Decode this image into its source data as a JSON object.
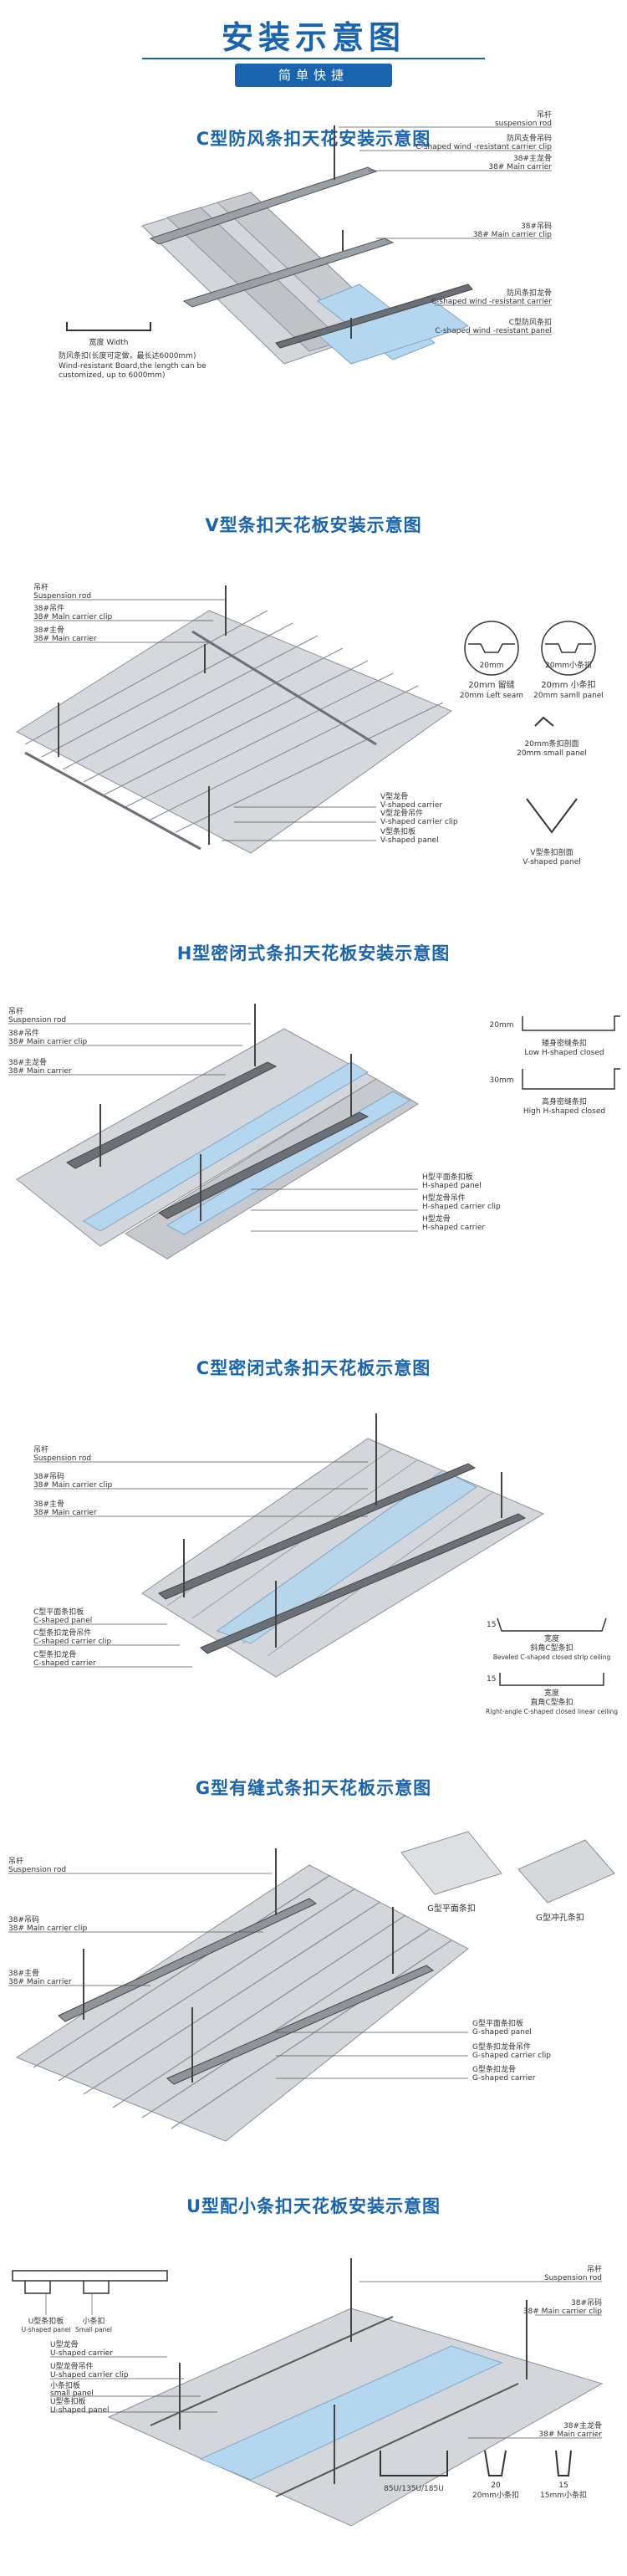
{
  "header": {
    "title": "安装示意图",
    "subtitle": "简单快捷"
  },
  "sections": {
    "s1": {
      "title": "C型防风条扣天花安装示意图",
      "labels": {
        "rod_cn": "吊杆",
        "rod_en": "suspension rod",
        "clip_cn": "防风支骨吊码",
        "clip_en": "C-shaped wind -resistant carrier clip",
        "main_cn": "38#主龙骨",
        "main_en": "38# Main carrier",
        "mclip_cn": "38#吊码",
        "mclip_en": "38# Main carrier clip",
        "carrier_cn": "防风条扣龙骨",
        "carrier_en": "C-shaped wind -resistant carrier",
        "panel_cn": "C型防风条扣",
        "panel_en": "C-shaped wind -resistant panel",
        "width_label": "宽度 Width",
        "note_cn": "防风条扣(长度可定做，最长达6000mm)",
        "note_en1": "Wind-resistant Board,the length can be",
        "note_en2": "customized, up to 6000mm)"
      }
    },
    "s2": {
      "title": "V型条扣天花板安装示意图",
      "labels": {
        "rod_cn": "吊杆",
        "rod_en": "Suspension rod",
        "mclip_cn": "38#吊件",
        "mclip_en": "38# Main carrier clip",
        "main_cn": "38#主骨",
        "main_en": "38# Main carrier",
        "vcar_cn": "V型龙骨",
        "vcar_en": "V-shaped carrier",
        "vclip_cn": "V型龙骨吊件",
        "vclip_en": "V-shaped carrier clip",
        "vpanel_cn": "V型条扣板",
        "vpanel_en": "V-shaped panel",
        "seam_a": "20mm 留缝",
        "seam_a_en": "20mm Left seam",
        "seam_b": "20mm 小条扣",
        "seam_b_en": "20mm samll panel",
        "dim_a": "20mm",
        "dim_b": "20mm小条扣",
        "small_cn": "20mm条扣剖面",
        "small_en": "20mm small panel",
        "vsec_cn": "V型条扣剖面",
        "vsec_en": "V-shaped panel"
      }
    },
    "s3": {
      "title": "H型密闭式条扣天花板安装示意图",
      "labels": {
        "rod_cn": "吊杆",
        "rod_en": "Suspension rod",
        "mclip_cn": "38#吊件",
        "mclip_en": "38# Main carrier clip",
        "main_cn": "38#主龙骨",
        "main_en": "38# Main carrier",
        "hpanel_cn": "H型平面条扣板",
        "hpanel_en": "H-shaped panel",
        "hclip_cn": "H型龙骨吊件",
        "hclip_en": "H-shaped carrier clip",
        "hcar_cn": "H型龙骨",
        "hcar_en": "H-shaped carrier",
        "low_dim": "20mm",
        "low_cn": "矮身密缝条扣",
        "low_en": "Low H-shaped closed",
        "high_dim": "30mm",
        "high_cn": "高身密缝条扣",
        "high_en": "High H-shaped closed"
      }
    },
    "s4": {
      "title": "C型密闭式条扣天花板示意图",
      "labels": {
        "rod_cn": "吊杆",
        "rod_en": "Suspension rod",
        "mclip_cn": "38#吊码",
        "mclip_en": "38# Main carrier clip",
        "main_cn": "38#主骨",
        "main_en": "38# Main carrier",
        "cpanel_cn": "C型平面条扣板",
        "cpanel_en": "C-shaped panel",
        "cclip_cn": "C型条扣龙骨吊件",
        "cclip_en": "C-shaped carrier clip",
        "ccar_cn": "C型条扣龙骨",
        "ccar_en": "C-shaped carrier",
        "bev_dim": "15",
        "bev_top": "宽度",
        "bev_cn": "斜角C型条扣",
        "bev_en": "Beveled C-shaped closed strip ceiling",
        "rt_dim": "15",
        "rt_top": "宽度",
        "rt_cn": "直角C型条扣",
        "rt_en": "Right-angle C-shaped closed linear ceiling"
      }
    },
    "s5": {
      "title": "G型有缝式条扣天花板示意图",
      "labels": {
        "rod_cn": "吊杆",
        "rod_en": "Suspension rod",
        "mclip_cn": "38#吊码",
        "mclip_en": "38# Main carrier clip",
        "main_cn": "38#主骨",
        "main_en": "38# Main carrier",
        "gpanel_cn": "G型平面条扣板",
        "gpanel_en": "G-shaped panel",
        "gclip_cn": "G型条扣龙骨吊件",
        "gclip_en": "G-shaped carrier clip",
        "gcar_cn": "G型条扣龙骨",
        "gcar_en": "G-shaped carrier",
        "flat": "G型平面条扣",
        "perf": "G型冲孔条扣"
      }
    },
    "s6": {
      "title": "U型配小条扣天花板安装示意图",
      "labels": {
        "rod_cn": "吊杆",
        "rod_en": "Suspension rod",
        "mclip_cn": "38#吊码",
        "mclip_en": "38# Main carrier clip",
        "main_cn": "38#主龙骨",
        "main_en": "38# Main carrier",
        "ucar_cn": "U型龙骨",
        "ucar_en": "U-shaped carrier",
        "uclip_cn": "U型龙骨吊件",
        "uclip_en": "U-shaped carrier clip",
        "small_cn": "小条扣板",
        "small_en": "small panel",
        "upanel_cn": "U型条扣板",
        "upanel_en": "U-shaped panel",
        "up_top_cn": "U型条扣板",
        "up_top_en": "U-shaped panel",
        "sp_top_cn": "小条扣",
        "sp_top_en": "Small panel",
        "dim_u": "85U/135U/185U",
        "dim_20": "20",
        "dim_20_cn": "20mm小条扣",
        "dim_15": "15",
        "dim_15_cn": "15mm小条扣"
      }
    }
  },
  "colors": {
    "brand": "#1a63ad",
    "panel": "#cfd2d6",
    "panel_edge": "#8c9096",
    "accent_panel": "#b5d6ef",
    "steel": "#55595e"
  }
}
